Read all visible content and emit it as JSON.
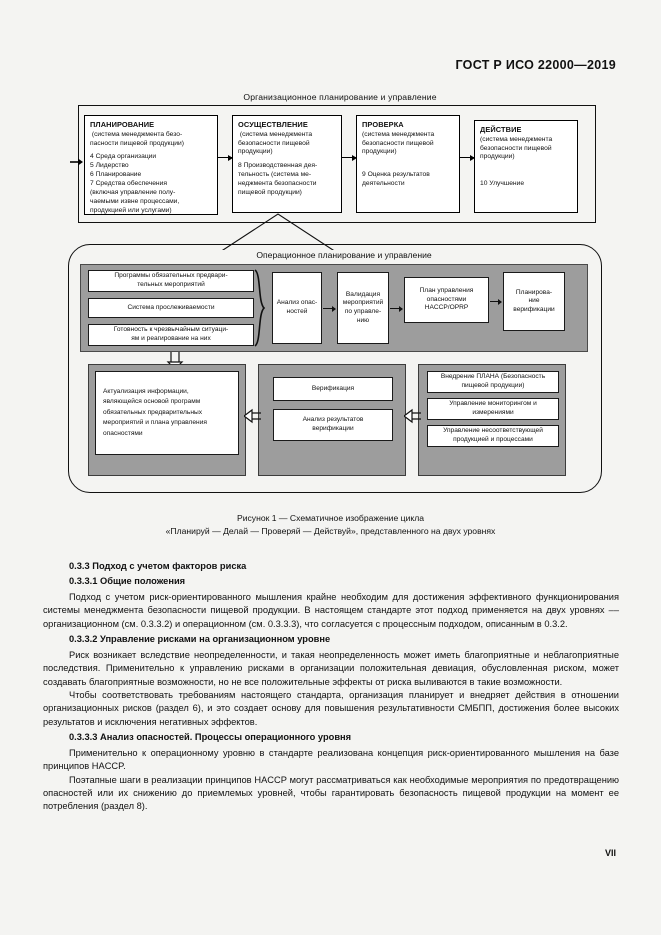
{
  "header": {
    "standard": "ГОСТ Р ИСО  22000—2019"
  },
  "figure": {
    "org_title": "Организационное планирование и управление",
    "op_title": "Операционное планирование и управление",
    "org_boxes": [
      {
        "title": "ПЛАНИРОВАНИЕ",
        "sub": "(система менеджмента безо-\nпасности пищевой продукции)",
        "items": [
          "4  Среда организации",
          "5  Лидерство",
          "6  Планирование",
          "7  Средства обеспечения",
          "(включая управление полу-",
          "чаемыми извне процессами,",
          "продукцией или услугами)"
        ]
      },
      {
        "title": "ОСУЩЕСТВЛЕНИЕ",
        "sub": "(система менеджмента\nбезопасности пищевой\nпродукции)",
        "items": [
          "8  Производственная дея-",
          "тельность (система ме-",
          "неджмента безопасности",
          "пищевой продукции)"
        ]
      },
      {
        "title": "ПРОВЕРКА",
        "sub": "(система менеджмента\nбезопасности пищевой\nпродукции)",
        "items": [
          "9  Оценка результатов",
          "деятельности"
        ]
      },
      {
        "title": "ДЕЙСТВИЕ",
        "sub": "(система менеджмента\nбезопасности пищевой\nпродукции)",
        "items": [
          "10  Улучшение"
        ]
      }
    ],
    "op_row_left": [
      "Программы обязательных предвари-\nтельных мероприятий",
      "Система прослеживаемости",
      "Готовность к чрезвычайным ситуаци-\nям и реагирование на них"
    ],
    "op_row_flow": [
      "Анализ опас-\nностей",
      "Валидация\nмероприятий\nпо управле-\nнию",
      "План управления\nопасностями\nHACCP/OPRP",
      "Планирова-\nние\nверификации"
    ],
    "op_panel_left": "Актуализация информации,\nявляющейся основой программ\nобязательных предварительных\nмероприятий и плана управления\nопасностями",
    "op_panel_mid": [
      "Верификация",
      "Анализ результатов\nверификации"
    ],
    "op_panel_right": [
      "Внедрение ПЛАНА (Безопасность\nпищевой продукции)",
      "Управление мониторингом и\nизмерениями",
      "Управление несоответствующей\nпродукцией и процессами"
    ],
    "caption_line1": "Рисунок 1 — Схематичное изображение цикла",
    "caption_line2": "«Планируй — Делай — Проверяй — Действуй», представленного на двух уровнях"
  },
  "body": {
    "h1": "0.3.3 Подход с учетом факторов риска",
    "h2": "0.3.3.1 Общие положения",
    "p1": "Подход с учетом риск-ориентированного мышления крайне необходим для достижения эффективного функционирования системы менеджмента безопасности пищевой продукции. В настоящем стандарте этот подход применяется на двух уровнях –– организационном (см. 0.3.3.2) и операционном (см. 0.3.3.3), что согласуется с процессным подходом, описанным в 0.3.2.",
    "h3": "0.3.3.2 Управление рисками на организационном уровне",
    "p2": "Риск возникает вследствие неопределенности, и такая неопределенность может иметь благоприятные и неблагоприятные последствия. Применительно к управлению рисками в организации положительная девиация, обусловленная риском, может создавать благоприятные возможности, но не все положительные эффекты от риска выливаются в такие возможности.",
    "p3": "Чтобы соответствовать требованиям настоящего стандарта, организация планирует и внедряет действия в отношении организационных рисков (раздел 6), и это создает основу для повышения результативности СМБПП, достижения более высоких результатов и исключения негативных эффектов.",
    "h4": "0.3.3.3 Анализ опасностей. Процессы операционного уровня",
    "p4": "Применительно к операционному уровню в стандарте реализована концепция риск-ориентированного мышления на базе принципов HACCP.",
    "p5": "Поэтапные шаги в реализации принципов HACCP могут рассматриваться как необходимые мероприятия по предотвращению опасностей или их снижению до приемлемых уровней, чтобы гарантировать безопасность пищевой продукции на момент ее потребления (раздел 8)."
  },
  "folio": "VII",
  "colors": {
    "grey_panel": "#9d9d9d",
    "page_bg": "#f4f4f2",
    "ink": "#111111"
  }
}
